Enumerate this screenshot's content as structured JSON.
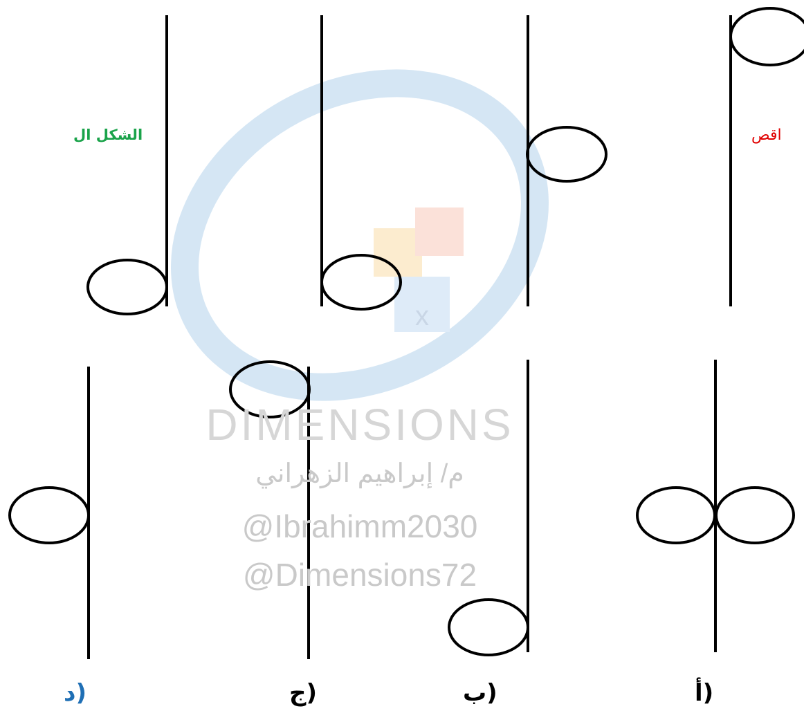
{
  "header": {
    "left_label": "الشكل ال",
    "right_label": "اقص"
  },
  "watermark": {
    "brand": "DIMENSIONS",
    "author": "م/ إبراهيم الزهراني",
    "handle_1": "@Ibrahimm2030",
    "handle_2": "@Dimensions72"
  },
  "options": {
    "a": "أ)",
    "b": "ب)",
    "c": "ج)",
    "d": "د)"
  },
  "colors": {
    "left_label": "#1aa34a",
    "right_label": "#e00000",
    "option_d": "#1f6fb5",
    "lines": "#000000"
  }
}
